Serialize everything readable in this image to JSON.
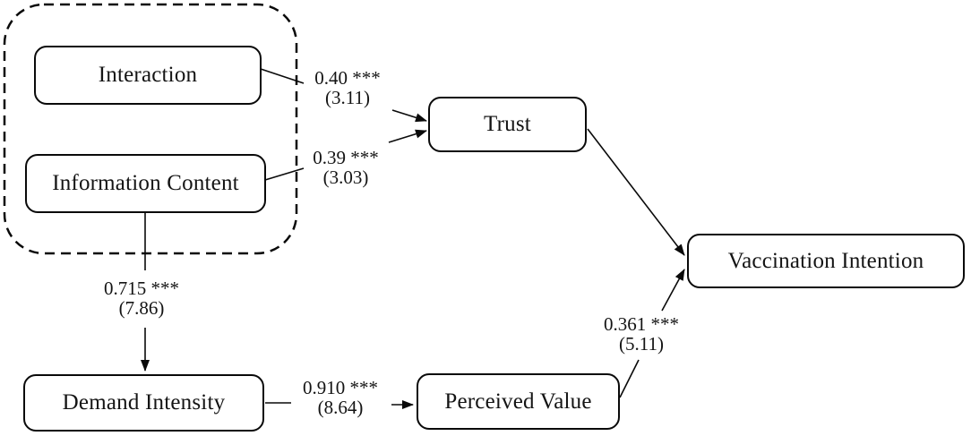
{
  "diagram": {
    "type": "sem-path-model",
    "background_color": "#ffffff",
    "line_color": "#0a0a0a",
    "nodes": {
      "interaction": {
        "label": "Interaction"
      },
      "information_content": {
        "label": "Information Content"
      },
      "trust": {
        "label": "Trust"
      },
      "demand_intensity": {
        "label": "Demand Intensity"
      },
      "perceived_value": {
        "label": "Perceived Value"
      },
      "vaccination_intention": {
        "label": "Vaccination Intention"
      }
    },
    "group": {
      "members": [
        "Interaction",
        "Information Content"
      ],
      "style": "dashed-rounded-rectangle"
    },
    "paths": [
      {
        "from": "Interaction",
        "to": "Trust",
        "coefficient": "0.40 ***",
        "t_value": "(3.11)"
      },
      {
        "from": "Information Content",
        "to": "Trust",
        "coefficient": "0.39 ***",
        "t_value": "(3.03)"
      },
      {
        "from": "Information Content",
        "to": "Demand Intensity",
        "coefficient": "0.715 ***",
        "t_value": "(7.86)"
      },
      {
        "from": "Demand Intensity",
        "to": "Perceived Value",
        "coefficient": "0.910 ***",
        "t_value": "(8.64)"
      },
      {
        "from": "Perceived Value",
        "to": "Vaccination Intention",
        "coefficient": "0.361 ***",
        "t_value": "(5.11)"
      },
      {
        "from": "Trust",
        "to": "Vaccination Intention"
      }
    ]
  }
}
